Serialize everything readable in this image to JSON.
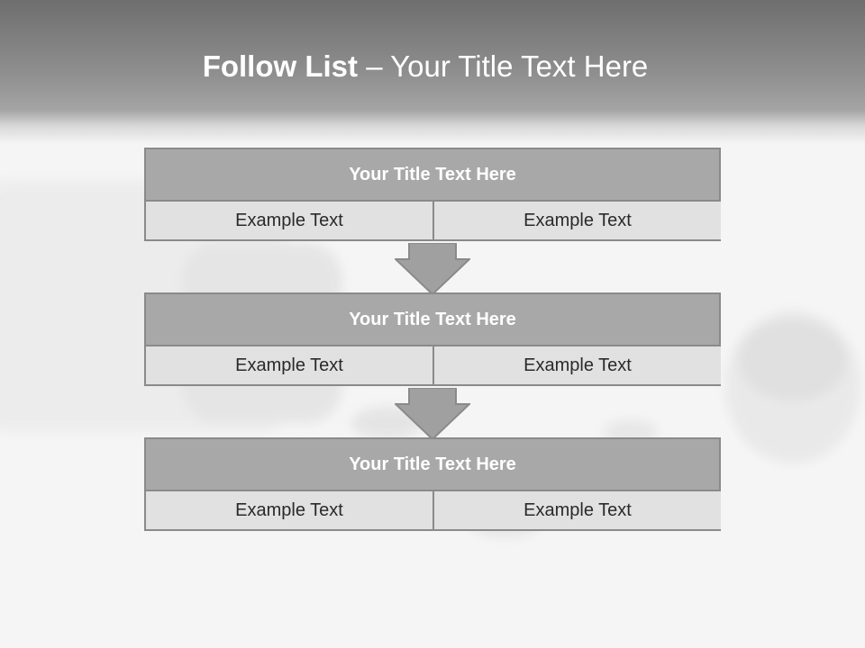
{
  "slide": {
    "title_bold": "Follow List",
    "title_rest": " – Your Title Text Here"
  },
  "steps": [
    {
      "title": "Your Title Text Here",
      "left_text": "Example Text",
      "right_text": "Example Text"
    },
    {
      "title": "Your Title Text Here",
      "left_text": "Example Text",
      "right_text": "Example Text"
    },
    {
      "title": "Your Title Text Here",
      "left_text": "Example Text",
      "right_text": "Example Text"
    }
  ],
  "colors": {
    "header_bar": "#a8a8a8",
    "cell_fill": "#e1e1e1",
    "border": "#8a8a8a",
    "arrow": "#a0a0a0"
  }
}
